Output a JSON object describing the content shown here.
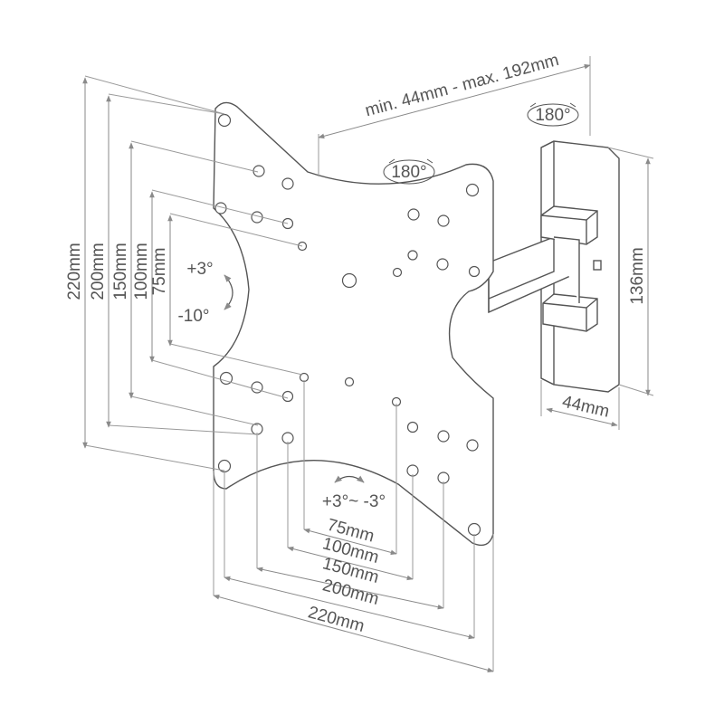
{
  "labels": {
    "depth_range": "min. 44mm - max. 192mm",
    "swivel_wall": "180°",
    "swivel_arm": "180°",
    "tilt_up": "+3°",
    "tilt_down": "-10°",
    "rotation": "+3°~ -3°",
    "bracket_height": "136mm",
    "bracket_width": "44mm"
  },
  "vertical_dims": [
    "220mm",
    "200mm",
    "150mm",
    "100mm",
    "75mm"
  ],
  "horizontal_dims": [
    "75mm",
    "100mm",
    "150mm",
    "200mm",
    "220mm"
  ],
  "colors": {
    "line": "#555555",
    "dimension": "#8a8a8a"
  }
}
